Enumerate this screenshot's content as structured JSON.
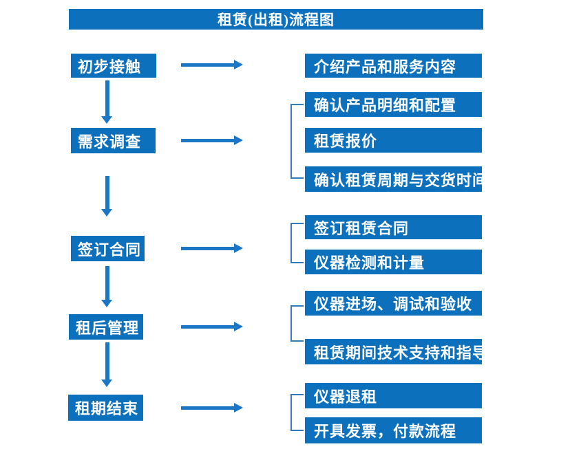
{
  "title": "租赁(出租)流程图",
  "colors": {
    "box_blue": "#0c70bd",
    "arrow_blue": "#1b77c6",
    "bracket_blue": "#3579bd",
    "text_white": "#ffffff"
  },
  "steps": [
    {
      "label": "初步接触",
      "details": [
        "介绍产品和服务内容"
      ]
    },
    {
      "label": "需求调查",
      "details": [
        "确认产品明细和配置",
        "租赁报价",
        "确认租赁周期与交货时间"
      ]
    },
    {
      "label": "签订合同",
      "details": [
        "签订租赁合同",
        "仪器检测和计量"
      ]
    },
    {
      "label": "租后管理",
      "details": [
        "仪器进场、调试和验收",
        "租赁期间技术支持和指导"
      ]
    },
    {
      "label": "租期结束",
      "details": [
        "仪器退租",
        "开具发票，付款流程"
      ]
    }
  ]
}
